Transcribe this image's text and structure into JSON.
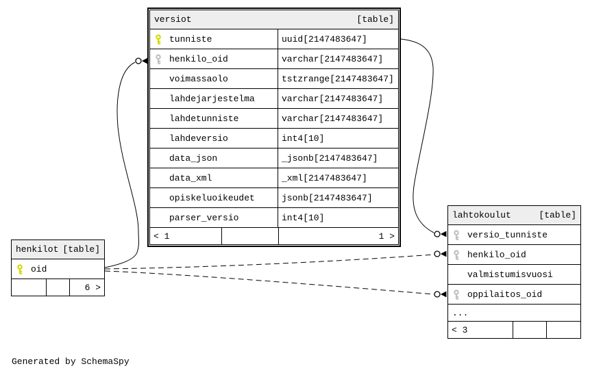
{
  "note": "Generated by SchemaSpy",
  "colors": {
    "primary_key": "#d8d800",
    "foreign_key": "#c0c0c0",
    "header_bg": "#eeeeee",
    "border": "#000000"
  },
  "tables": {
    "versiot": {
      "title": "versiot",
      "badge": "[table]",
      "columns": [
        {
          "name": "tunniste",
          "type": "uuid[2147483647]",
          "key": "pk"
        },
        {
          "name": "henkilo_oid",
          "type": "varchar[2147483647]",
          "key": "fk"
        },
        {
          "name": "voimassaolo",
          "type": "tstzrange[2147483647]",
          "key": ""
        },
        {
          "name": "lahdejarjestelma",
          "type": "varchar[2147483647]",
          "key": ""
        },
        {
          "name": "lahdetunniste",
          "type": "varchar[2147483647]",
          "key": ""
        },
        {
          "name": "lahdeversio",
          "type": "int4[10]",
          "key": ""
        },
        {
          "name": "data_json",
          "type": "_jsonb[2147483647]",
          "key": ""
        },
        {
          "name": "data_xml",
          "type": "_xml[2147483647]",
          "key": ""
        },
        {
          "name": "opiskeluoikeudet",
          "type": "jsonb[2147483647]",
          "key": ""
        },
        {
          "name": "parser_versio",
          "type": "int4[10]",
          "key": ""
        }
      ],
      "footer": {
        "left": "< 1",
        "middle": "",
        "right": "1 >"
      }
    },
    "henkilot": {
      "title": "henkilot",
      "badge": "[table]",
      "columns": [
        {
          "name": "oid",
          "key": "pk"
        }
      ],
      "footer": {
        "left": "",
        "middle": "",
        "right": "6 >"
      }
    },
    "lahtokoulut": {
      "title": "lahtokoulut",
      "badge": "[table]",
      "columns": [
        {
          "name": "versio_tunniste",
          "key": "fk"
        },
        {
          "name": "henkilo_oid",
          "key": "fk"
        },
        {
          "name": "valmistumisvuosi",
          "key": ""
        },
        {
          "name": "oppilaitos_oid",
          "key": "fk"
        }
      ],
      "ellipsis": "...",
      "footer": {
        "left": "< 3",
        "middle": "",
        "right": ""
      }
    }
  }
}
